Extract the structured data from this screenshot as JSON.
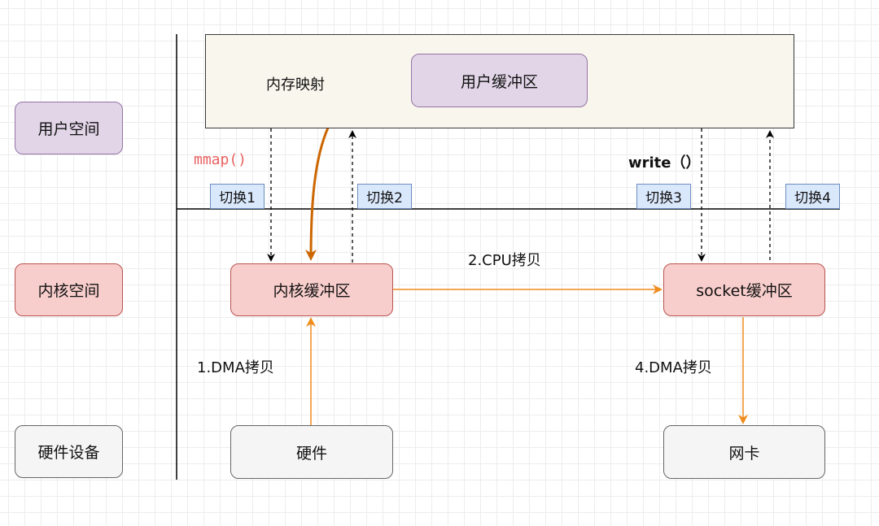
{
  "left_labels": {
    "user_space": "用户空间",
    "kernel_space": "内核空间",
    "hardware_device": "硬件设备"
  },
  "user_area": {
    "memory_map_label": "内存映射",
    "user_buffer": "用户缓冲区"
  },
  "kernel_area": {
    "kernel_buffer": "内核缓冲区",
    "socket_buffer": "socket缓冲区"
  },
  "hardware_area": {
    "hardware": "硬件",
    "nic": "网卡"
  },
  "calls": {
    "mmap": "mmap()",
    "write": "write（）"
  },
  "switches": [
    "切换1",
    "切换2",
    "切换3",
    "切换4"
  ],
  "copies": {
    "dma1": "1.DMA拷贝",
    "cpu2": "2.CPU拷贝",
    "dma4": "4.DMA拷贝"
  },
  "colors": {
    "arrow_orange": "#f08c1e",
    "curve_orange": "#cc6600",
    "dashed_black": "#000000"
  }
}
